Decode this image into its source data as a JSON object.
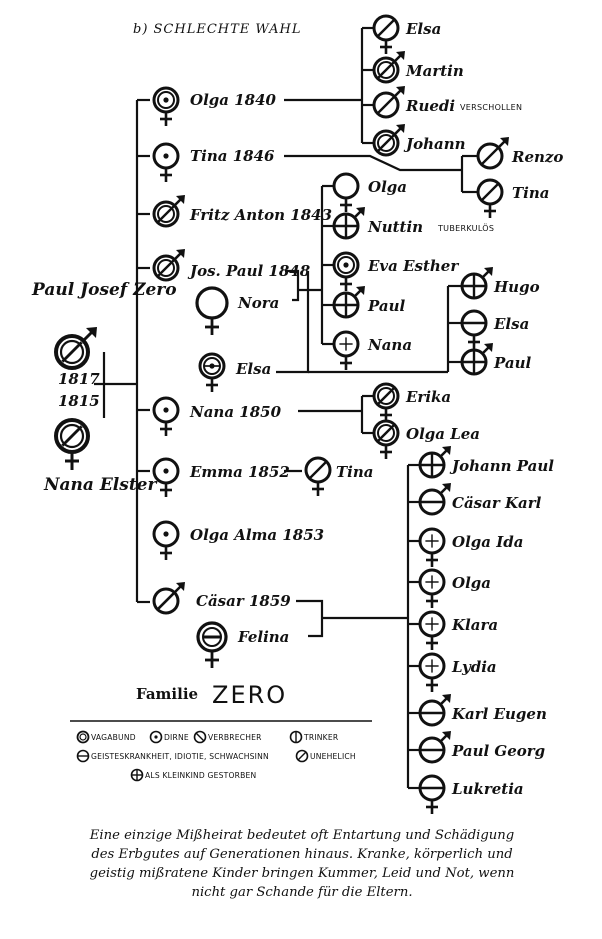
{
  "title": "b) SCHLECHTE WAHL",
  "parents": {
    "father_name": "Paul Josef Zero",
    "father_year": "1817",
    "mother_year": "1815",
    "mother_name": "Nana Elster"
  },
  "children": [
    {
      "label": "Olga 1840"
    },
    {
      "label": "Tina 1846"
    },
    {
      "label": "Fritz Anton 1843"
    },
    {
      "label": "Jos. Paul 1848"
    },
    {
      "label": "Nora"
    },
    {
      "label": "Elsa"
    },
    {
      "label": "Nana 1850"
    },
    {
      "label": "Emma 1852"
    },
    {
      "label": "Tina"
    },
    {
      "label": "Olga Alma 1853"
    },
    {
      "label": "Cäsar 1859"
    },
    {
      "label": "Felina"
    }
  ],
  "olga_children": [
    {
      "label": "Elsa"
    },
    {
      "label": "Martin"
    },
    {
      "label": "Ruedi",
      "note": "VERSCHOLLEN"
    },
    {
      "label": "Johann"
    }
  ],
  "tina_children": [
    {
      "label": "Renzo"
    },
    {
      "label": "Tina"
    }
  ],
  "jospaul_nora_children": [
    {
      "label": "Olga"
    },
    {
      "label": "Nuttin",
      "note": "TUBERKULÖS"
    },
    {
      "label": "Eva Esther"
    },
    {
      "label": "Paul"
    },
    {
      "label": "Nana"
    }
  ],
  "jospaul_elsa_children": [
    {
      "label": "Hugo"
    },
    {
      "label": "Elsa"
    },
    {
      "label": "Paul"
    }
  ],
  "nana_children": [
    {
      "label": "Erika"
    },
    {
      "label": "Olga Lea"
    }
  ],
  "caesar_children": [
    {
      "label": "Johann Paul"
    },
    {
      "label": "Cäsar Karl"
    },
    {
      "label": "Olga Ida"
    },
    {
      "label": "Olga"
    },
    {
      "label": "Klara"
    },
    {
      "label": "Lydia"
    },
    {
      "label": "Karl Eugen"
    },
    {
      "label": "Paul Georg"
    },
    {
      "label": "Lukretia"
    }
  ],
  "family_label": {
    "prefix": "Familie",
    "name": "ZERO"
  },
  "legend": [
    "VAGABUND",
    "DIRNE",
    "VERBRECHER",
    "TRINKER",
    "GEISTESKRANKHEIT, IDIOTIE, SCHWACHSINN",
    "UNEHELICH",
    "ALS KLEINKIND GESTORBEN"
  ],
  "caption": [
    "Eine einzige Mißheirat bedeutet oft Entartung und Schädigung",
    "des Erbgutes auf Generationen hinaus. Kranke, körperlich und",
    "geistig mißratene Kinder bringen Kummer, Leid und Not, wenn",
    "nicht gar Schande für die Eltern."
  ]
}
